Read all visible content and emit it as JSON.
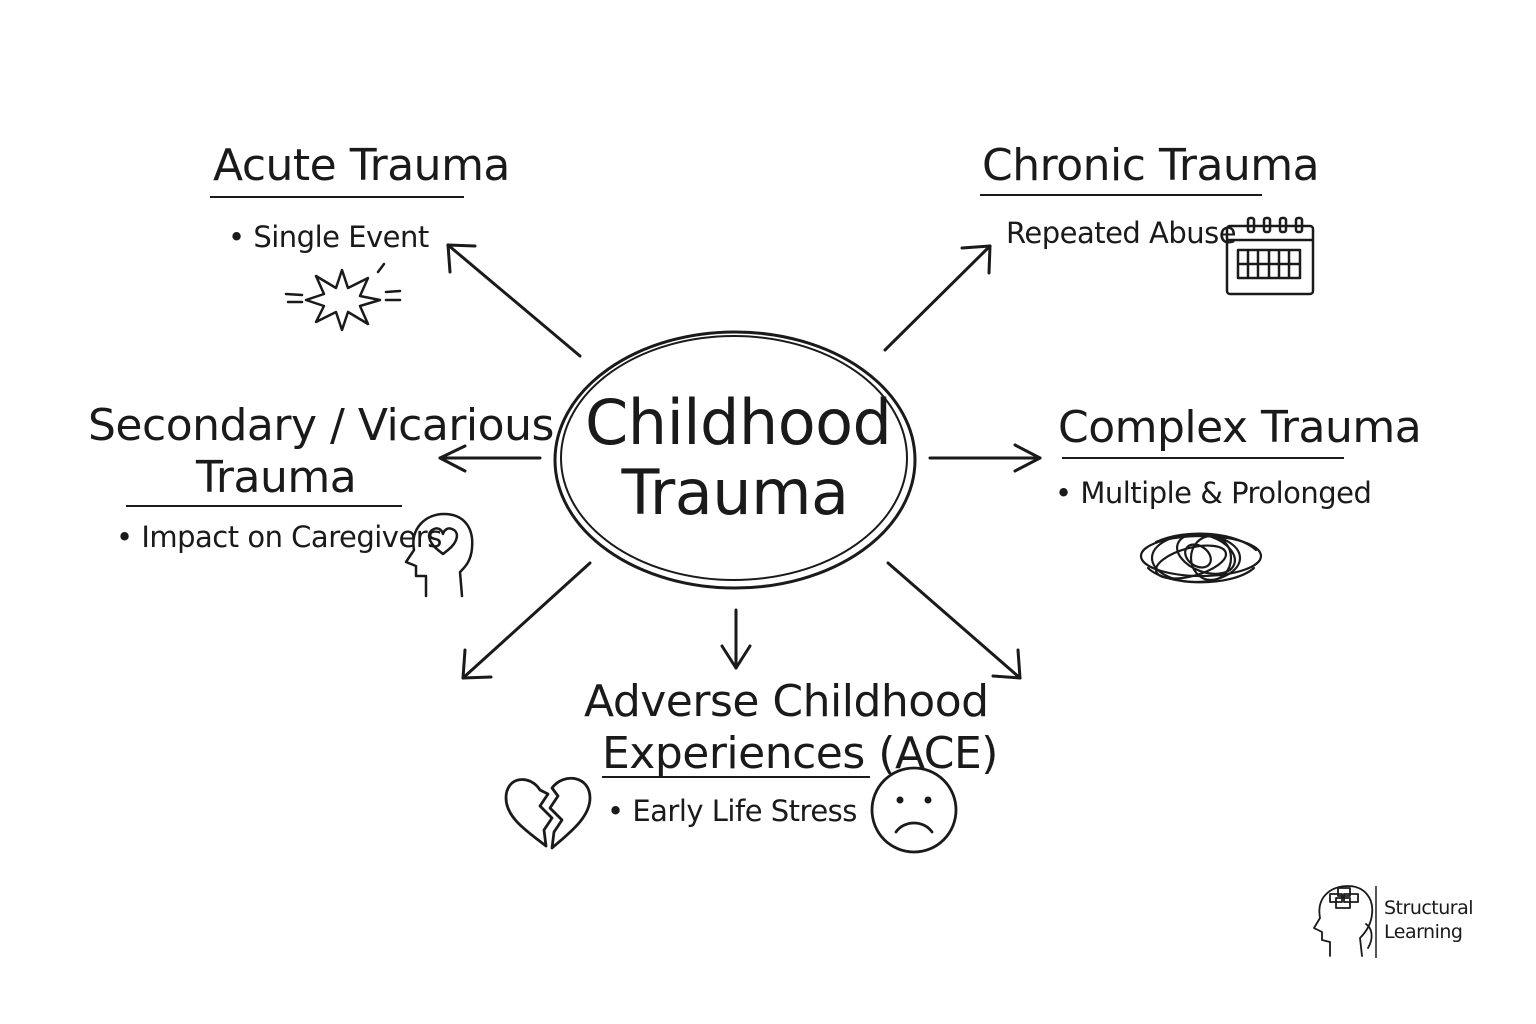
{
  "center": {
    "line1": "Childhood",
    "line2": "Trauma"
  },
  "nodes": {
    "acute": {
      "title": "Acute Trauma",
      "bullet": "• Single Event",
      "icon": "burst-icon"
    },
    "chronic": {
      "title": "Chronic Trauma",
      "bullet": "Repeated Abuse",
      "icon": "calendar-icon"
    },
    "secondary": {
      "title_line1": "Secondary / Vicarious",
      "title_line2": "Trauma",
      "bullet": "• Impact on Caregivers",
      "icon": "head-heart-icon"
    },
    "complex": {
      "title": "Complex Trauma",
      "bullet": "• Multiple & Prolonged",
      "icon": "scribble-icon"
    },
    "ace": {
      "title_line1": "Adverse Childhood",
      "title_line2": "Experiences (ACE)",
      "bullet": "• Early Life Stress",
      "icons": [
        "broken-heart-icon",
        "sad-face-icon"
      ]
    }
  },
  "logo": {
    "line1": "Structural",
    "line2": "Learning",
    "icon": "brain-head-icon"
  },
  "colors": {
    "ink": "#1a1a1a",
    "background": "#ffffff"
  }
}
